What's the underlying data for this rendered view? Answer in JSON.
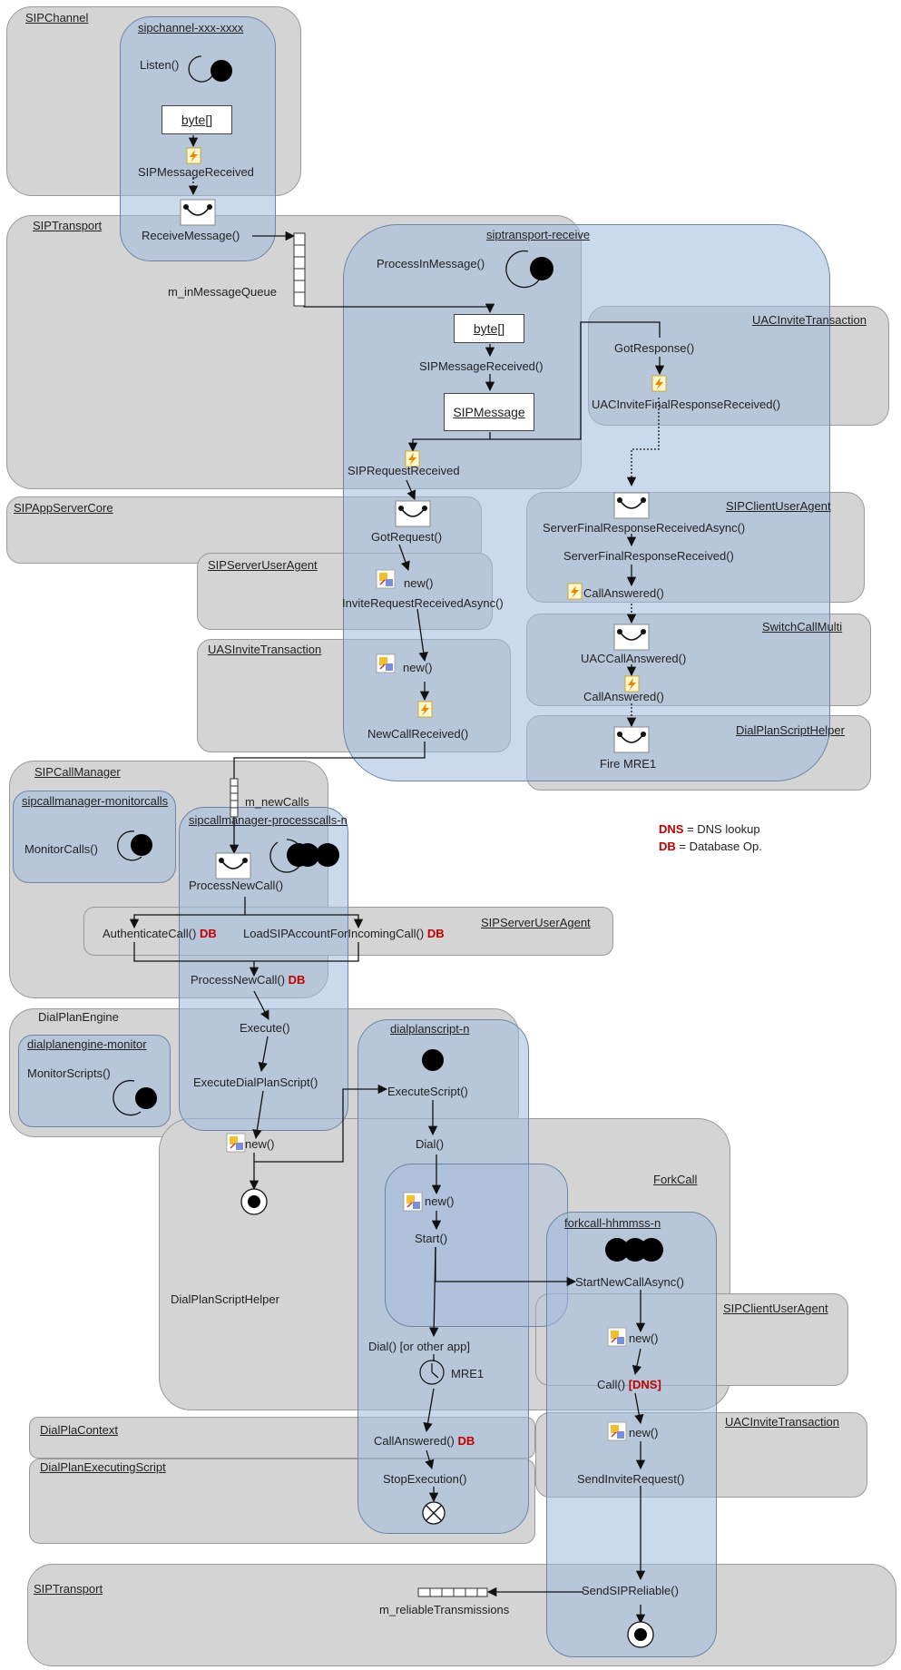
{
  "colors": {
    "grey_box": "#d4d4d4",
    "blue_box": "#a1badf",
    "db_marker": "#c00000"
  },
  "containers": {
    "sipchannel": "SIPChannel",
    "sipchannel_thread": "sipchannel-xxx-xxxx",
    "siptransport": "SIPTransport",
    "siptransport_receive": "siptransport-receive",
    "uacinvitetransaction": "UACInviteTransaction",
    "sipappservercore": "SIPAppServerCore",
    "sipclientuseragent": "SIPClientUserAgent",
    "sipserveruseragent": "SIPServerUserAgent",
    "switchcallmulti": "SwitchCallMulti",
    "uasinvitetransaction": "UASInviteTransaction",
    "dialplanscripthelper_top": "DialPlanScriptHelper",
    "sipcallmanager": "SIPCallManager",
    "sipcallmanager_monitor": "sipcallmanager-monitorcalls",
    "sipcallmanager_process": "sipcallmanager-processcalls-n",
    "sipserveruseragent2": "SIPServerUserAgent",
    "dialplanengine": "DialPlanEngine",
    "dialplanengine_monitor": "dialplanengine-monitor",
    "dialplanscript": "dialplanscript-n",
    "forkcall": "ForkCall",
    "dialplanscripthelper": "DialPlanScriptHelper",
    "forkcall_thread": "forkcall-hhmmss-n",
    "sipclientuseragent2": "SIPClientUserAgent",
    "dialplacontext": "DialPlaContext",
    "uacinvitetransaction2": "UACInviteTransaction",
    "dialplanexecutingscript": "DialPlanExecutingScript",
    "siptransport_bottom": "SIPTransport"
  },
  "labels": {
    "listen": "Listen()",
    "byte1": "byte[]",
    "sipmessagereceived": "SIPMessageReceived",
    "receivemessage": "ReceiveMessage()",
    "inmessagequeue": "m_inMessageQueue",
    "processinmessage": "ProcessInMessage()",
    "byte2": "byte[]",
    "sipmessagereceived2": "SIPMessageReceived()",
    "sipmessage": "SIPMessage",
    "siprequestreceived": "SIPRequestReceived",
    "gotresponse": "GotResponse()",
    "uacfinal": "UACInviteFinalResponseReceived()",
    "gotrequest": "GotRequest()",
    "new1": "new()",
    "invitereqasync": "InviteRequestReceivedAsync()",
    "new2": "new()",
    "newcallreceived": "NewCallReceived()",
    "serverfinalasync": "ServerFinalResponseReceivedAsync()",
    "serverfinal": "ServerFinalResponseReceived()",
    "callanswered1": "CallAnswered()",
    "uaccallanswered": "UACCallAnswered()",
    "callanswered2": "CallAnswered()",
    "firemre1": "Fire MRE1",
    "newcalls": "m_newCalls",
    "monitorcalls": "MonitorCalls()",
    "processnewcall": "ProcessNewCall()",
    "authenticatecall": "AuthenticateCall()",
    "loadsipaccount": "LoadSIPAccountForIncomingCall()",
    "processnewcall2": "ProcessNewCall()",
    "execute": "Execute()",
    "executedialplan": "ExecuteDialPlanScript()",
    "monitorscripts": "MonitorScripts()",
    "executescript": "ExecuteScript()",
    "new3": "new()",
    "dial": "Dial()",
    "new4": "new()",
    "start": "Start()",
    "startnewcallasync": "StartNewCallAsync()",
    "new5": "new()",
    "call": "Call()",
    "dns_tag": "[DNS]",
    "dialother": "Dial() [or other app]",
    "mre1": "MRE1",
    "callanswered3": "CallAnswered()",
    "new6": "new()",
    "stopexecution": "StopExecution()",
    "sendinvite": "SendInviteRequest()",
    "sendreliable": "SendSIPReliable()",
    "reliabletrans": "m_reliableTransmissions",
    "db": "DB"
  },
  "legend": {
    "dns_key": "DNS",
    "dns_text": " = DNS lookup",
    "db_key": "DB",
    "db_text": " = Database Op."
  }
}
